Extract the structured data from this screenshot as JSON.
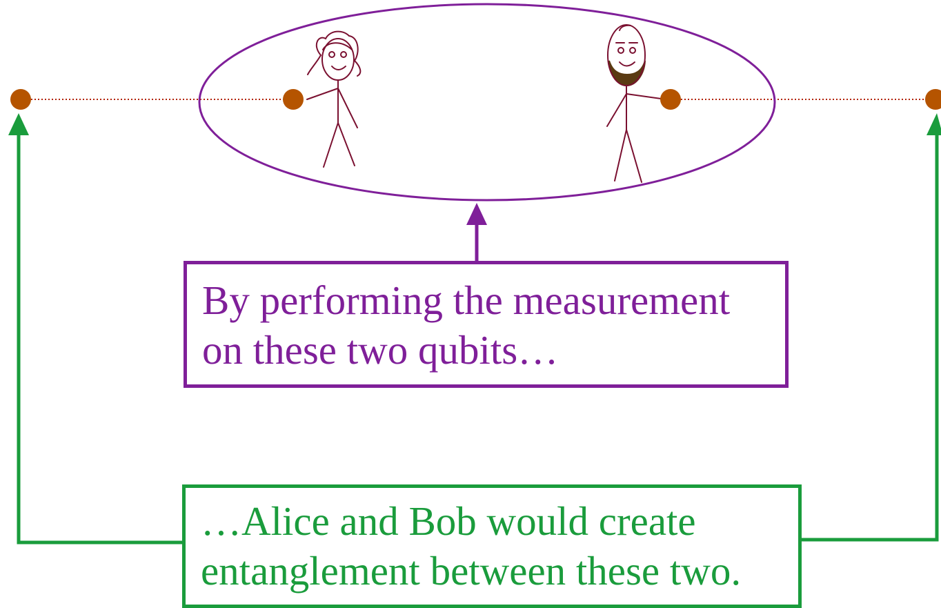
{
  "colors": {
    "qubit": "#b55400",
    "link": "#b22200",
    "figure": "#7a1030",
    "beard": "#5a3a12",
    "measurement": "#7f1f99",
    "entanglement": "#1a9c3c"
  },
  "figures": [
    "alice",
    "bob"
  ],
  "measurement_caption": {
    "line1": "By performing the measurement",
    "line2": "on these two qubits…"
  },
  "entanglement_caption": {
    "line1": "…Alice and Bob would create",
    "line2": "entanglement between these two."
  }
}
